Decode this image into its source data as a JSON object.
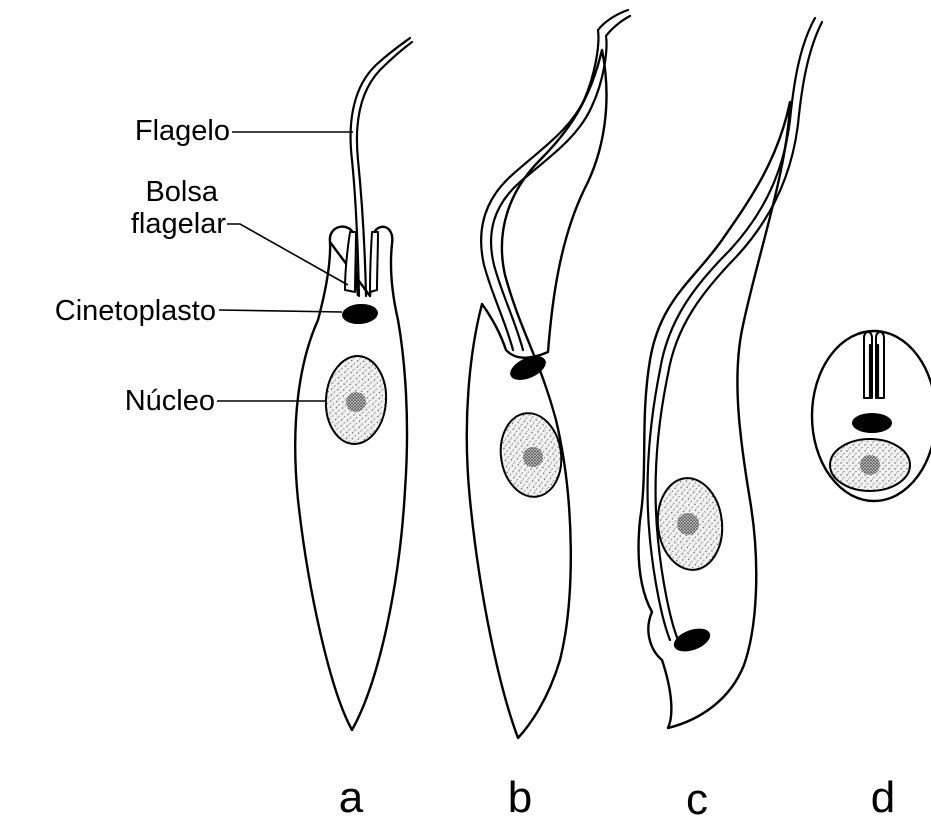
{
  "labels": {
    "flagelo": "Flagelo",
    "bolsa_line1": "Bolsa",
    "bolsa_line2": "flagelar",
    "cinetoplasto": "Cinetoplasto",
    "nucleo": "Núcleo"
  },
  "captions": {
    "a": "a",
    "b": "b",
    "c": "c",
    "d": "d"
  },
  "colors": {
    "ink": "#000000",
    "background": "#ffffff",
    "nucleus_fill": "#d9d9d9"
  }
}
